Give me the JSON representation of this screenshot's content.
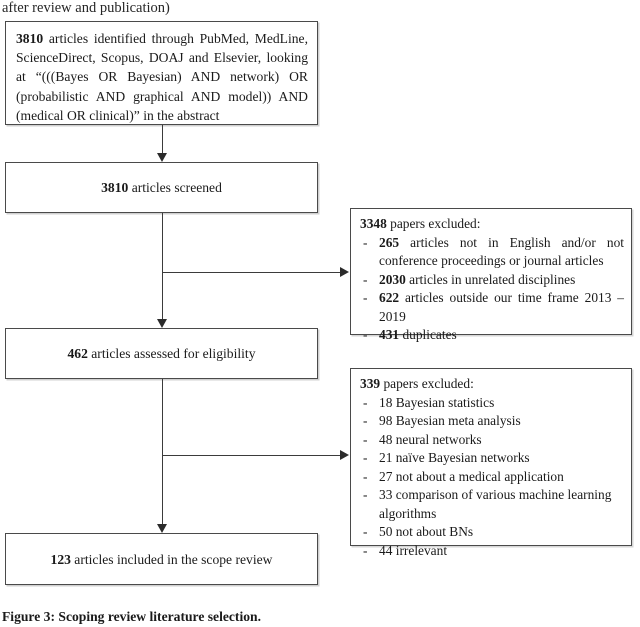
{
  "page": {
    "top_cutoff_text": "after review and publication)",
    "caption": "Figure 3: Scoping review literature selection."
  },
  "flow": {
    "identification": {
      "count": "3810",
      "text": " articles identified through PubMed, MedLine, ScienceDirect, Scopus, DOAJ and Elsevier, looking at “(((Bayes OR Bayesian) AND network) OR (probabilistic AND graphical AND model)) AND (medical OR clinical)” in the abstract"
    },
    "screened": {
      "count": "3810",
      "text": " articles screened"
    },
    "eligibility": {
      "count": "462",
      "text": "  articles assessed for eligibility"
    },
    "included": {
      "count": "123",
      "text": " articles included in the scope review"
    }
  },
  "exclusions": [
    {
      "count": "3348",
      "header_text": " papers excluded:",
      "bullets": [
        {
          "marker": "-",
          "count": "265",
          "bold_count": true,
          "text": " articles not in English and/or not conference proceedings or journal articles"
        },
        {
          "marker": "-",
          "count": "2030",
          "bold_count": true,
          "text": " articles in unrelated disciplines"
        },
        {
          "marker": "-",
          "count": "622",
          "bold_count": true,
          "text": " articles outside our time frame 2013 – 2019"
        },
        {
          "marker": "-",
          "count": "431",
          "bold_count": true,
          "text": " duplicates"
        }
      ]
    },
    {
      "count": "339",
      "header_text": " papers excluded:",
      "bullets": [
        {
          "marker": "-",
          "count": "18",
          "bold_count": false,
          "text": " Bayesian statistics"
        },
        {
          "marker": "-",
          "count": "98",
          "bold_count": false,
          "text": " Bayesian meta analysis"
        },
        {
          "marker": "-",
          "count": "48",
          "bold_count": false,
          "text": " neural networks"
        },
        {
          "marker": "-",
          "count": "21",
          "bold_count": false,
          "text": " naïve Bayesian networks"
        },
        {
          "marker": "-",
          "count": "27",
          "bold_count": false,
          "text": " not about a medical application"
        },
        {
          "marker": "-",
          "count": "33",
          "bold_count": false,
          "text": " comparison of various machine learning algorithms"
        },
        {
          "marker": "-",
          "count": "50",
          "bold_count": false,
          "text": " not about BNs"
        },
        {
          "marker": "-",
          "count": "44",
          "bold_count": false,
          "text": " irrelevant"
        }
      ]
    }
  ],
  "colors": {
    "box_border": "#4a4a4a",
    "connector": "#3b3b3b",
    "text": "#1a1a1a",
    "background": "#ffffff"
  }
}
